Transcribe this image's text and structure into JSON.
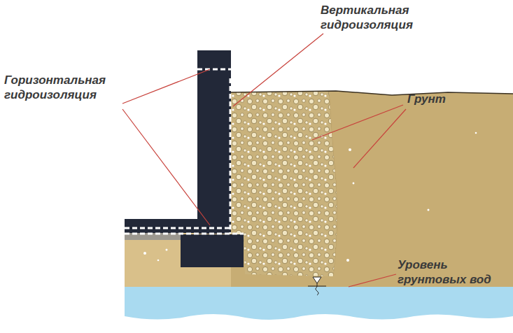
{
  "diagram": {
    "labels": [
      "Горизонтальная гидроизоляция",
      "Вертикальная гидроизоляция",
      "Грунт",
      "Уровень грунтовых вод"
    ]
  }
}
